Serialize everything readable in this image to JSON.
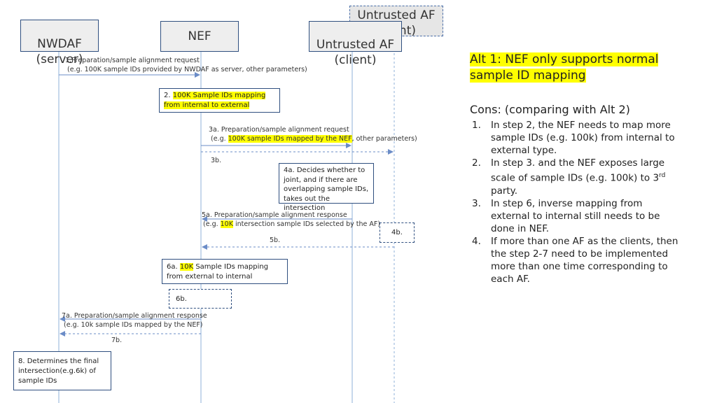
{
  "lifelines": {
    "nwdaf": "NWDAF\n(server)",
    "nef": "NEF",
    "af_client": "Untrusted AF\n(client)",
    "af_back": "Untrusted AF",
    "af_back_partial": "nt)"
  },
  "messages": {
    "m1_line1": "1.Preparation/sample alignment request",
    "m1_line2": "(e.g. 100K sample IDs provided by NWDAF as server, other parameters)",
    "m3a_line1": "3a. Preparation/sample alignment request",
    "m3a_pre": "(e.g. ",
    "m3a_hl": "100K sample IDs mapped by the NEF",
    "m3a_post": ", other parameters)",
    "m3b": "3b.",
    "m5a_line1": "5a. Preparation/sample alignment response",
    "m5a_pre": "(e.g. ",
    "m5a_hl": "10K",
    "m5a_post": " intersection sample IDs selected by the AF)",
    "m5b": "5b.",
    "m7a_line1": "7a. Preparation/sample alignment response",
    "m7a_line2": "(e.g. 10k sample IDs mapped by the NEF)",
    "m7b": "7b."
  },
  "notes": {
    "n2_pre": "2. ",
    "n2_hl1": "100K Sample IDs mapping",
    "n2_hl2": "from internal to external",
    "n4a": "4a. Decides whether to joint, and if there are overlapping sample IDs, takes out the intersection",
    "n4b": "4b.",
    "n6a_pre": "6a. ",
    "n6a_hl": "10K",
    "n6a_post1": " Sample IDs mapping",
    "n6a_line2": "from external to internal",
    "n6b": "6b.",
    "n8": "8. Determines the final intersection(e.g.6k) of sample IDs"
  },
  "panel": {
    "alt_title": "Alt 1: NEF only supports normal sample ID mapping",
    "cons_title": "Cons: (comparing with Alt 2)",
    "cons": [
      {
        "num": "1.",
        "text": "In step 2, the NEF needs to map more sample IDs (e.g. 100k) from internal to external type."
      },
      {
        "num": "2.",
        "text_pre": "In step 3.  and the NEF exposes large scale of sample IDs (e.g. 100k) to 3",
        "sup": "rd",
        "text_post": " party."
      },
      {
        "num": "3.",
        "text": "In step 6, inverse mapping from external to internal still needs to be done in NEF."
      },
      {
        "num": "4.",
        "text": "If more than one AF as the clients, then the step 2-7 need to be implemented more than one time corresponding to each AF."
      }
    ]
  },
  "colors": {
    "highlight": "#ffff00",
    "arrow": "#6b8cc7",
    "box_border": "#2f4f7f"
  }
}
